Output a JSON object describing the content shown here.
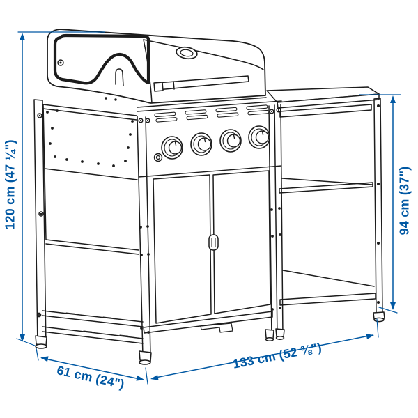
{
  "colors": {
    "background": "#ffffff",
    "line": "#1c1c1c",
    "dimension_accent": "#0058a3"
  },
  "dimensions": {
    "height": {
      "label": "120 cm (47 ¼\")"
    },
    "worktop_height": {
      "label": "94 cm (37\")"
    },
    "depth": {
      "label": "61 cm (24\")"
    },
    "width": {
      "label": "133 cm (52 ⅜\")"
    }
  }
}
